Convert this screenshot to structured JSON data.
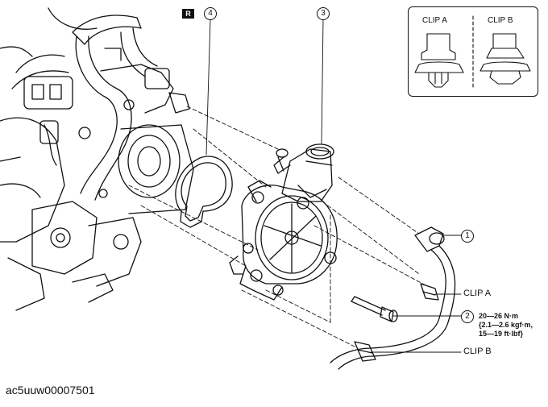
{
  "badge": "R",
  "callouts": {
    "n1": "1",
    "n2": "2",
    "n3": "3",
    "n4": "4"
  },
  "clip_box": {
    "clip_a": "CLIP A",
    "clip_b": "CLIP B"
  },
  "labels": {
    "clip_a": "CLIP A",
    "clip_b": "CLIP B"
  },
  "torque_spec": "20—26 N·m\n{2.1—2.6 kgf·m,\n15—19 ft·lbf}",
  "figure_id": "ac5uuw00007501"
}
